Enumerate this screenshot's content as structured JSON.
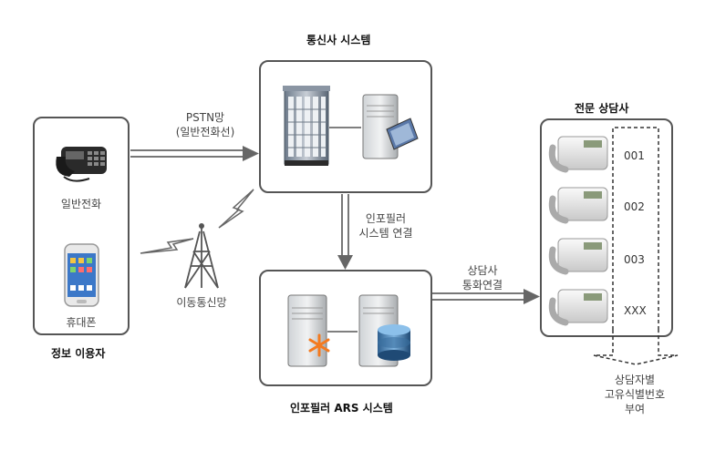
{
  "info_user": {
    "title": "정보 이용자",
    "phone_label": "일반전화",
    "mobile_label": "휴대폰"
  },
  "telecom": {
    "title": "통신사 시스템"
  },
  "infopiller": {
    "title": "인포필러 ARS 시스템"
  },
  "counsel": {
    "title": "전문 상담사",
    "codes": [
      "001",
      "002",
      "003",
      "XXX"
    ]
  },
  "links": {
    "pstn_line1": "PSTN망",
    "pstn_line2": "(일반전화선)",
    "mobile_net": "이동통신망",
    "infopiller_link_line1": "인포필러",
    "infopiller_link_line2": "시스템 연결",
    "counsel_link_line1": "상담사",
    "counsel_link_line2": "통화연결"
  },
  "id_note": {
    "line1": "상담자별",
    "line2": "고유식별번호",
    "line3": "부여"
  }
}
